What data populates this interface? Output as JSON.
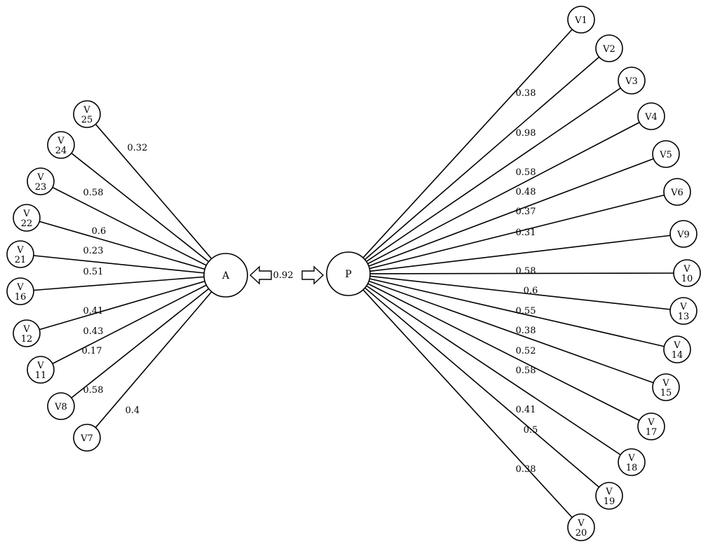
{
  "hubs": {
    "A": {
      "label": "A"
    },
    "P": {
      "label": "P"
    }
  },
  "link": {
    "label": "0.92"
  },
  "left_nodes": [
    {
      "id": "V25",
      "label_lines": [
        "V",
        "25"
      ],
      "weight": "0.32"
    },
    {
      "id": "V24",
      "label_lines": [
        "V",
        "24"
      ],
      "weight": ""
    },
    {
      "id": "V23",
      "label_lines": [
        "V",
        "23"
      ],
      "weight": "0.58"
    },
    {
      "id": "V22",
      "label_lines": [
        "V",
        "22"
      ],
      "weight": "0.6"
    },
    {
      "id": "V21",
      "label_lines": [
        "V",
        "21"
      ],
      "weight": "0.23"
    },
    {
      "id": "V16",
      "label_lines": [
        "V",
        "16"
      ],
      "weight": "0.51"
    },
    {
      "id": "V12",
      "label_lines": [
        "V",
        "12"
      ],
      "weight": "0.41"
    },
    {
      "id": "V11",
      "label_lines": [
        "V",
        "11"
      ],
      "weight": "0.43"
    },
    {
      "id": "V8",
      "label_lines": [
        "V8"
      ],
      "weight": "0.17"
    },
    {
      "id": "V7",
      "label_lines": [
        "V7"
      ],
      "weight": "0.58"
    }
  ],
  "left_extra_labels": [
    "0.4"
  ],
  "right_nodes": [
    {
      "id": "V1",
      "label_lines": [
        "V1"
      ],
      "weight": "0.38"
    },
    {
      "id": "V2",
      "label_lines": [
        "V2"
      ],
      "weight": "0.98"
    },
    {
      "id": "V3",
      "label_lines": [
        "V3"
      ],
      "weight": "0.58"
    },
    {
      "id": "V4",
      "label_lines": [
        "V4"
      ],
      "weight": "0.48"
    },
    {
      "id": "V5",
      "label_lines": [
        "V5"
      ],
      "weight": "0.37"
    },
    {
      "id": "V6",
      "label_lines": [
        "V6"
      ],
      "weight": "0.31"
    },
    {
      "id": "V9",
      "label_lines": [
        "V9"
      ],
      "weight": ""
    },
    {
      "id": "V10",
      "label_lines": [
        "V",
        "10"
      ],
      "weight": "0.58"
    },
    {
      "id": "V13",
      "label_lines": [
        "V",
        "13"
      ],
      "weight": "0.6"
    },
    {
      "id": "V14",
      "label_lines": [
        "V",
        "14"
      ],
      "weight": "0.55"
    },
    {
      "id": "V15",
      "label_lines": [
        "V",
        "15"
      ],
      "weight": "0.38"
    },
    {
      "id": "V17",
      "label_lines": [
        "V",
        "17"
      ],
      "weight": "0.52"
    },
    {
      "id": "V18",
      "label_lines": [
        "V",
        "18"
      ],
      "weight": "0.58"
    },
    {
      "id": "V19",
      "label_lines": [
        "V",
        "19"
      ],
      "weight": "0.41"
    },
    {
      "id": "V20",
      "label_lines": [
        "V",
        "20"
      ],
      "weight": "0.5"
    }
  ],
  "right_extra_labels": [
    "0.38"
  ]
}
